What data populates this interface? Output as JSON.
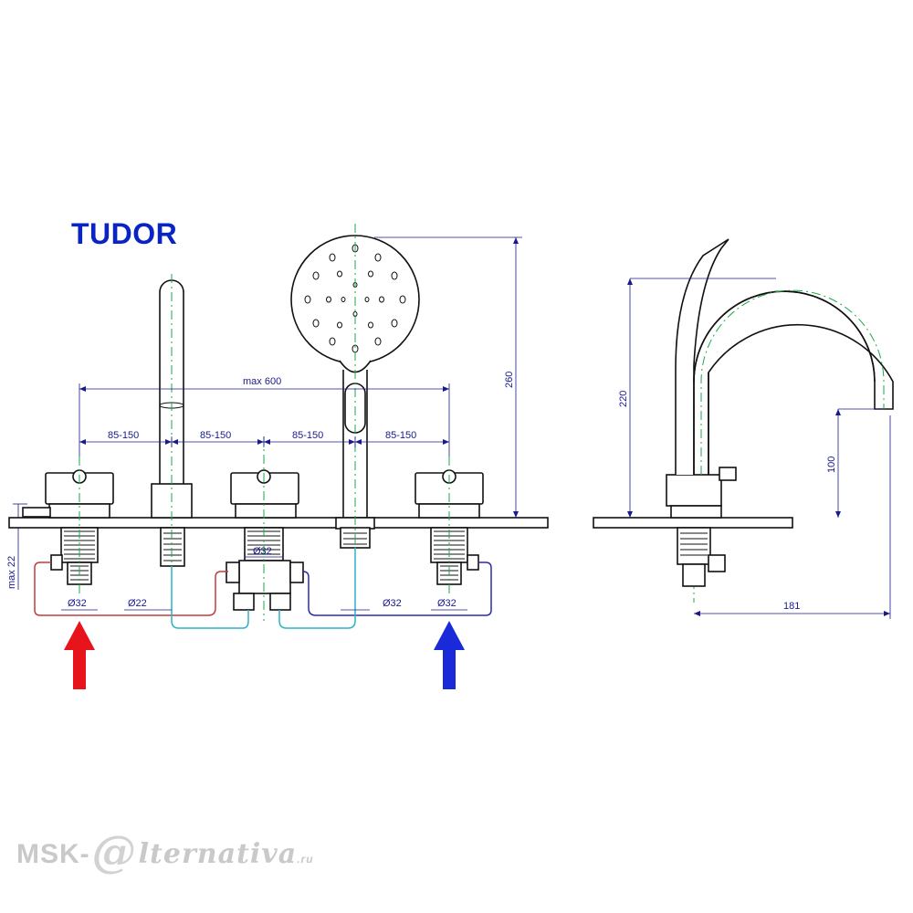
{
  "title": "TUDOR",
  "dimensions": {
    "max_600": "max 600",
    "spacing_1": "85-150",
    "spacing_2": "85-150",
    "spacing_3": "85-150",
    "spacing_4": "85-150",
    "height_260": "260",
    "max_22": "max 22",
    "dia_hot": "Ø32",
    "dia_spout": "Ø22",
    "dia_center": "Ø32",
    "dia_shower": "Ø32",
    "dia_cold": "Ø32",
    "side_height_220": "220",
    "side_height_100": "100",
    "side_reach_181": "181"
  },
  "watermark": {
    "prefix": "MSK-",
    "at": "@",
    "tail": "lternativa",
    "tld": ".ru"
  },
  "colors": {
    "title": "#0a24c4",
    "hot_arrow": "#e8141b",
    "cold_arrow": "#1b2ad8",
    "hot_hose": "#c43a3a",
    "cold_hose": "#2a2ab0",
    "mix_hose": "#2ab4c8",
    "centerline": "#1aa84a",
    "dimension": "#1a1a8c"
  }
}
